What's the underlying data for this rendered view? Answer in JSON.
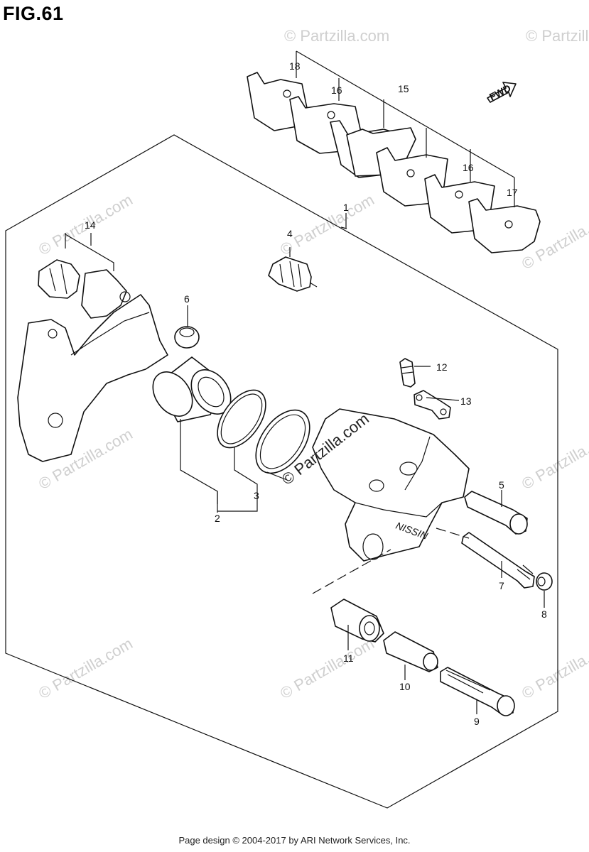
{
  "figure_title": "FIG.61",
  "footer": "Page design © 2004-2017 by ARI Network Services, Inc.",
  "watermark": "© Partzilla.com",
  "fwd_label": "FWD",
  "caliper_text": "NISSIN",
  "callouts": {
    "c1": "1",
    "c2": "2",
    "c3": "3",
    "c4": "4",
    "c5": "5",
    "c6": "6",
    "c7": "7",
    "c8": "8",
    "c9": "9",
    "c10": "10",
    "c11": "11",
    "c12": "12",
    "c13": "13",
    "c14": "14",
    "c15": "15",
    "c16a": "16",
    "c16b": "16",
    "c17": "17",
    "c18": "18"
  }
}
